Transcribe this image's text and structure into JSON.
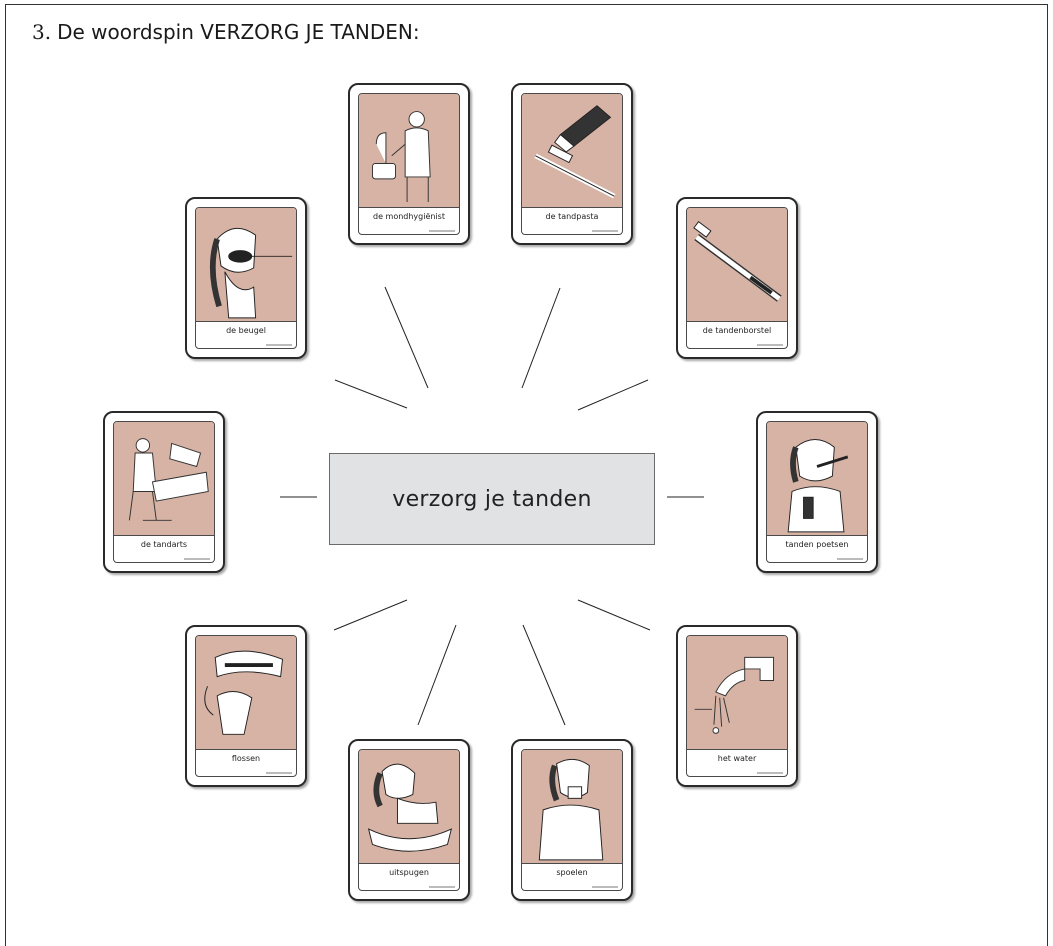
{
  "heading": {
    "number": "3.",
    "title": "De woordspin VERZORG JE TANDEN:"
  },
  "center": {
    "label": "verzorg je tanden"
  },
  "colors": {
    "card_image_bg": "#d6b3a4",
    "center_bg": "#e1e2e3"
  },
  "cards": [
    {
      "id": "mondhygienist",
      "label": "de mondhygiënist",
      "icon": "hygienist-icon"
    },
    {
      "id": "tandpasta",
      "label": "de tandpasta",
      "icon": "toothpaste-icon"
    },
    {
      "id": "beugel",
      "label": "de beugel",
      "icon": "braces-icon"
    },
    {
      "id": "tandenborstel",
      "label": "de tandenborstel",
      "icon": "toothbrush-icon"
    },
    {
      "id": "tandarts",
      "label": "de tandarts",
      "icon": "dentist-icon"
    },
    {
      "id": "tanden-poetsen",
      "label": "tanden poetsen",
      "icon": "brushing-teeth-icon"
    },
    {
      "id": "flossen",
      "label": "flossen",
      "icon": "flossing-icon"
    },
    {
      "id": "het-water",
      "label": "het water",
      "icon": "water-tap-icon"
    },
    {
      "id": "uitspugen",
      "label": "uitspugen",
      "icon": "spitting-icon"
    },
    {
      "id": "spoelen",
      "label": "spoelen",
      "icon": "rinsing-icon"
    }
  ]
}
